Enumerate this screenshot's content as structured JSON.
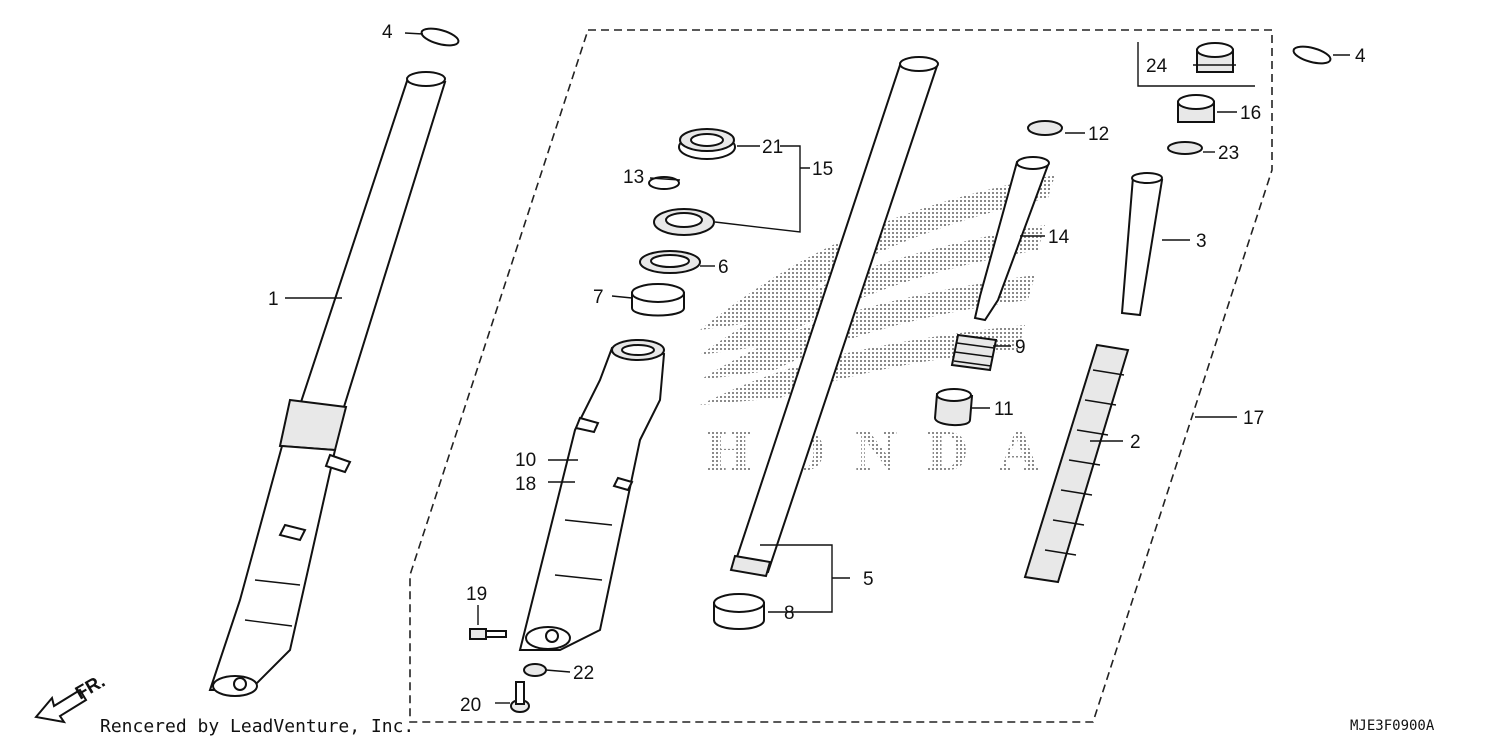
{
  "watermark": {
    "text": "HONDA",
    "color": "#9a9a9a"
  },
  "arrow_label": "FR.",
  "footer": {
    "credit": "Rencered by LeadVenture, Inc.",
    "code": "MJE3F0900A"
  },
  "callouts": [
    "1",
    "2",
    "3",
    "4",
    "4",
    "5",
    "6",
    "7",
    "8",
    "9",
    "10",
    "11",
    "12",
    "13",
    "14",
    "15",
    "16",
    "17",
    "18",
    "19",
    "20",
    "21",
    "22",
    "23",
    "24"
  ]
}
